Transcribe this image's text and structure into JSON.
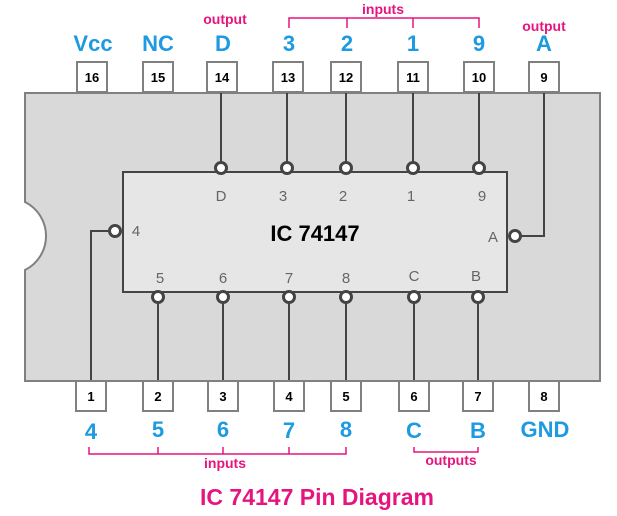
{
  "colors": {
    "label_blue": "#1e9ae0",
    "label_pink": "#e6157e",
    "inner_text": "#666666",
    "package_fill": "#d9d9d9",
    "chip_fill": "#e6e6e6",
    "outline": "#808080",
    "wire": "#444444"
  },
  "title": "IC 74147 Pin Diagram",
  "chip_label": "IC 74147",
  "top_pins": [
    {
      "number": "16",
      "label": "Vcc",
      "inner": ""
    },
    {
      "number": "15",
      "label": "NC",
      "inner": ""
    },
    {
      "number": "14",
      "label": "D",
      "inner": "D"
    },
    {
      "number": "13",
      "label": "3",
      "inner": "3"
    },
    {
      "number": "12",
      "label": "2",
      "inner": "2"
    },
    {
      "number": "11",
      "label": "1",
      "inner": "1"
    },
    {
      "number": "10",
      "label": "9",
      "inner": "9"
    },
    {
      "number": "9",
      "label": "A",
      "inner": "A"
    }
  ],
  "bottom_pins": [
    {
      "number": "1",
      "label": "4",
      "inner": "4"
    },
    {
      "number": "2",
      "label": "5",
      "inner": "5"
    },
    {
      "number": "3",
      "label": "6",
      "inner": "6"
    },
    {
      "number": "4",
      "label": "7",
      "inner": "7"
    },
    {
      "number": "5",
      "label": "8",
      "inner": "8"
    },
    {
      "number": "6",
      "label": "C",
      "inner": "C"
    },
    {
      "number": "7",
      "label": "B",
      "inner": "B"
    },
    {
      "number": "8",
      "label": "GND",
      "inner": ""
    }
  ],
  "annotations": {
    "top_output_d": "output",
    "top_inputs": "inputs",
    "top_output_a": "output",
    "bottom_inputs": "inputs",
    "bottom_outputs": "outputs"
  }
}
